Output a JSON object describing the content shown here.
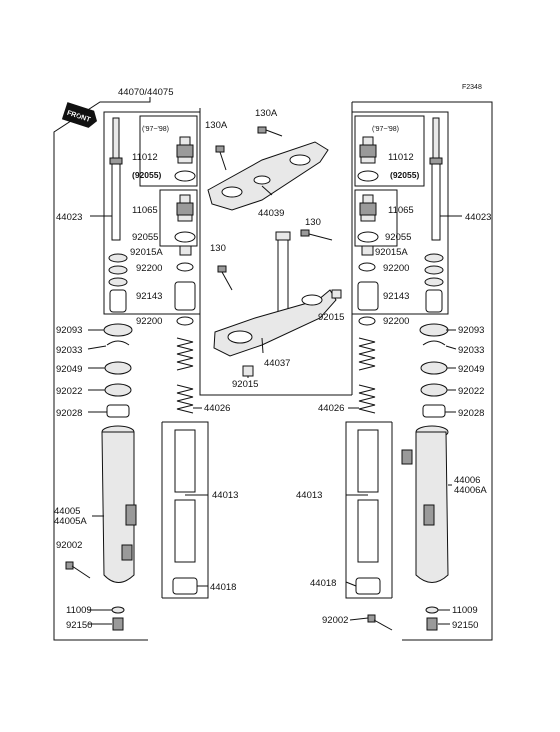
{
  "diagram_code": "F2348",
  "front_marker": "FRONT",
  "assembly_left_label": "44070/44075",
  "year_note": "('97~'98)",
  "labels": {
    "bolt_130A_left": "130A",
    "bolt_130A_right": "130A",
    "bolt_130_upper": "130",
    "bolt_130_left": "130",
    "upper_bracket": "44039",
    "stem": "44037",
    "stem_nut": "92015",
    "stem_nut_right": "92015",
    "cap_bolt_left": "11012",
    "cap_bolt_right": "11012",
    "oring_left": "(92055)",
    "oring_right": "(92055)",
    "cap_bolt2_left": "11065",
    "cap_bolt2_right": "11065",
    "oring2_left": "92055",
    "oring2_right": "92055",
    "nut_left": "92015A",
    "nut_right": "92015A",
    "washer_left": "92200",
    "washer_right": "92200",
    "spacer_left": "92143",
    "spacer_right": "92143",
    "washer2_left": "92200",
    "washer2_right": "92200",
    "inner_tube_left": "44023",
    "inner_tube_right": "44023",
    "seal_left": "92093",
    "seal_right": "92093",
    "clip_left": "92033",
    "clip_right": "92033",
    "oilseal_left": "92049",
    "oilseal_right": "92049",
    "washer3_left": "92022",
    "washer3_right": "92022",
    "bush_left": "92028",
    "bush_right": "92028",
    "spring_left": "44026",
    "spring_right": "44026",
    "cylinder_left": "44013",
    "cylinder_right": "44013",
    "piece_left": "44018",
    "piece_right": "44018",
    "outer_tube_left": "44005",
    "outer_tube_left_alt": "44005A",
    "outer_tube_right": "44006",
    "outer_tube_right_alt": "44006A",
    "bolt_left": "92002",
    "bolt_right": "92002",
    "gasket_left": "11009",
    "gasket_right": "11009",
    "drain_left": "92150",
    "drain_right": "92150"
  }
}
